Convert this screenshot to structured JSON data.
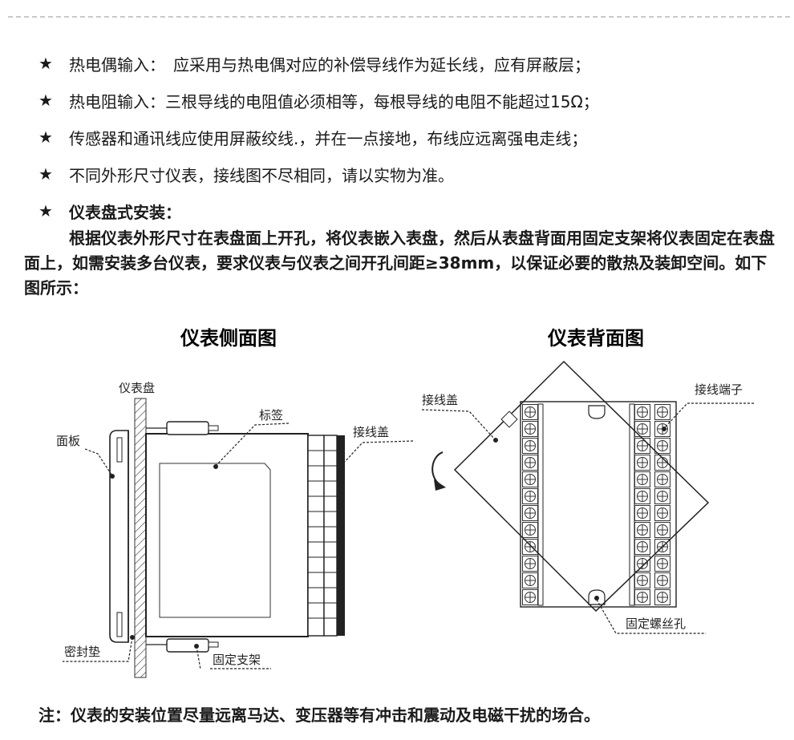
{
  "bullets": [
    {
      "label": "热电偶输入：",
      "text": "应采用与热电偶对应的补偿导线作为延长线，应有屏蔽层；"
    },
    {
      "label": "热电阻输入：",
      "text": "三根导线的电阻值必须相等，每根导线的电阻不能超过15Ω；"
    },
    {
      "label": "",
      "text": "传感器和通讯线应使用屏蔽绞线.，并在一点接地，布线应远离强电走线；"
    },
    {
      "label": "",
      "text": "不同外形尺寸仪表，接线图不尽相同，请以实物为准。"
    },
    {
      "label": "仪表盘式安装：",
      "text": ""
    }
  ],
  "star": "★",
  "paragraph": "根据仪表外形尺寸在表盘面上开孔，将仪表嵌入表盘，然后从表盘背面用固定支架将仪表固定在表盘面上，如需安装多台仪表，要求仪表与仪表之间开孔间距≥38mm，以保证必要的散热及装卸空间。如下图所示：",
  "side_diagram": {
    "title": "仪表侧面图",
    "labels": {
      "panel_board": "仪表盘",
      "face_panel": "面板",
      "label": "标签",
      "terminal_cover": "接线盖",
      "seal": "密封垫",
      "bracket": "固定支架"
    }
  },
  "back_diagram": {
    "title": "仪表背面图",
    "labels": {
      "terminal_cover": "接线盖",
      "terminals": "接线端子",
      "screw_hole": "固定螺丝孔"
    }
  },
  "note": "注：仪表的安装位置尽量远离马达、变压器等有冲击和震动及电磁干扰的场合。"
}
